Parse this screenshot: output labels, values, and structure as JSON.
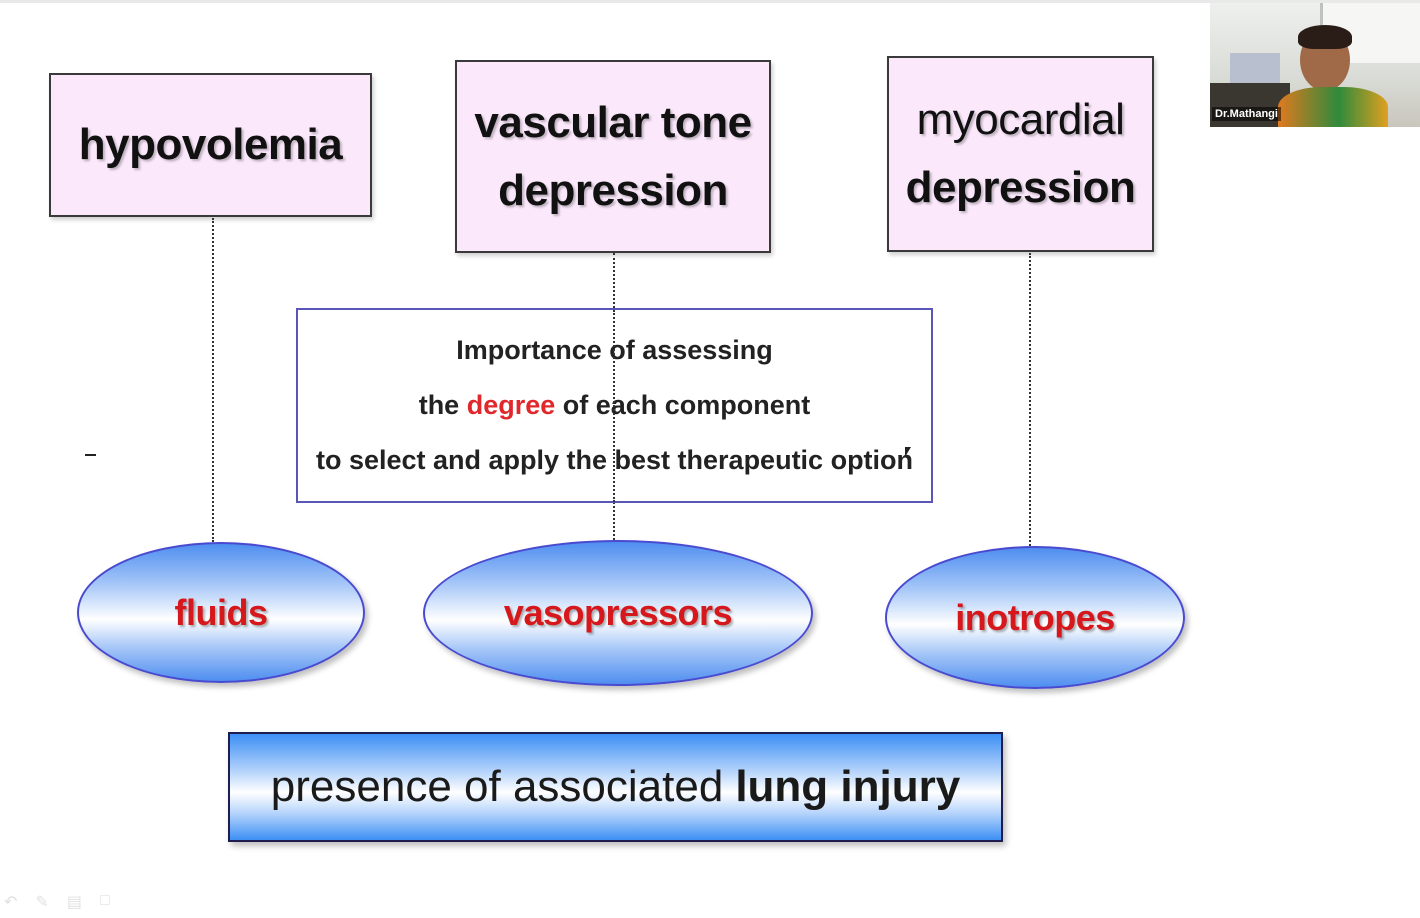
{
  "slide": {
    "top_boxes": {
      "hypovolemia": "hypovolemia",
      "vascular_line1": "vascular tone",
      "vascular_line2": "depression",
      "myocardial_line1": "myocardial",
      "myocardial_line2": "depression"
    },
    "center": {
      "line1": "Importance of assessing",
      "line2_pre": "the ",
      "line2_highlight": "degree",
      "line2_post": " of each component",
      "line3": "to select and apply the best therapeutic option"
    },
    "ellipses": {
      "fluids": "fluids",
      "vasopressors": "vasopressors",
      "inotropes": "inotropes"
    },
    "bottom": {
      "normal": "presence of associated",
      "bold": "lung injury"
    },
    "colors": {
      "box_fill": "#fbe9fb",
      "highlight_red": "#e0282c",
      "ellipse_blue": "#4f8ef0"
    }
  },
  "video_tile": {
    "participant_name": "Dr.Mathangi"
  },
  "toolbar": {
    "icons": [
      "back-arrow-icon",
      "pen-icon",
      "slides-icon",
      "chat-icon"
    ]
  }
}
